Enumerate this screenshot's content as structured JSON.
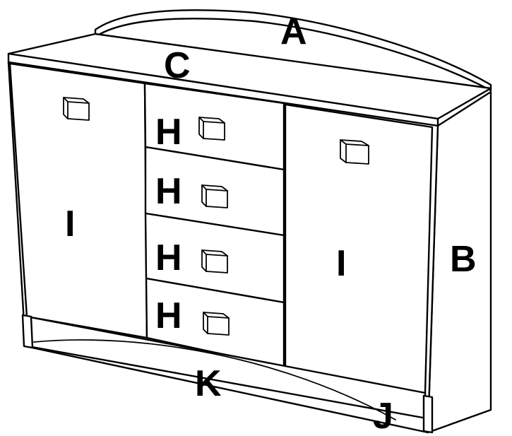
{
  "labels": {
    "top_back_panel": "A",
    "top_front_edge": "C",
    "side_panel": "B",
    "drawer_1": "H",
    "drawer_2": "H",
    "drawer_3": "H",
    "drawer_4": "H",
    "left_door": "I",
    "right_door": "I",
    "plinth": "K",
    "base_foot": "J"
  },
  "colors": {
    "line": "#000000",
    "fill": "#ffffff"
  }
}
